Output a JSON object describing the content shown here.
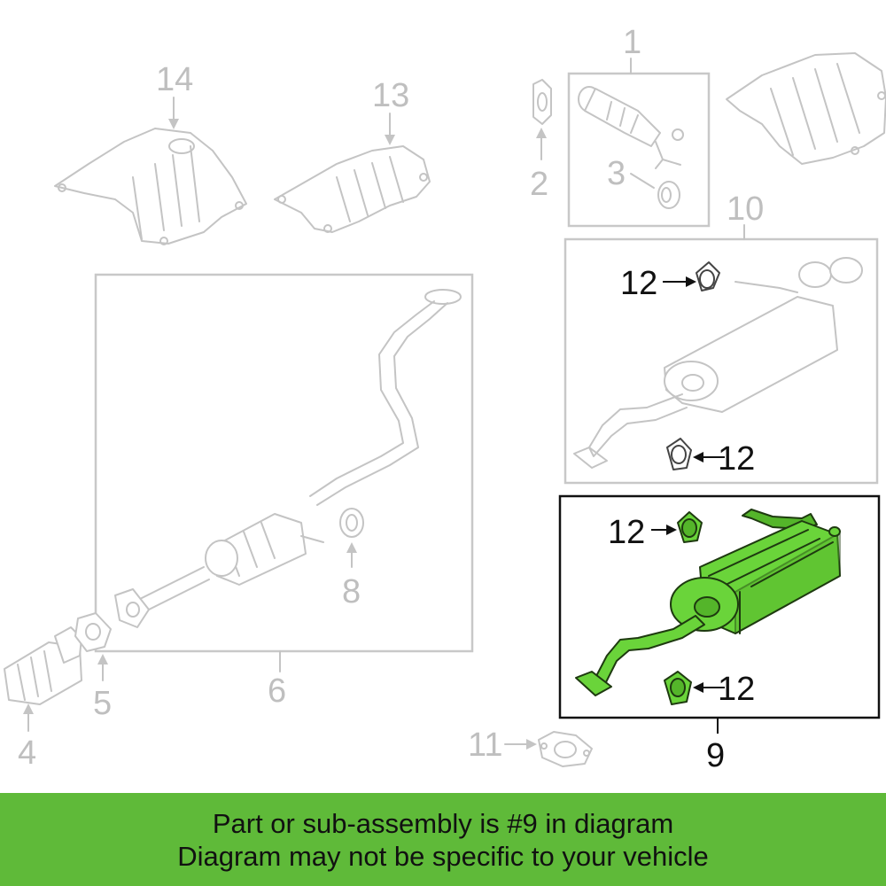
{
  "callouts": {
    "c1": "1",
    "c2": "2",
    "c3": "3",
    "c4": "4",
    "c5": "5",
    "c6": "6",
    "c8": "8",
    "c9": "9",
    "c10": "10",
    "c11": "11",
    "c12a": "12",
    "c12b": "12",
    "c12c": "12",
    "c12d": "12",
    "c13": "13",
    "c14": "14"
  },
  "banner": {
    "line1": "Part or sub-assembly is #9 in diagram",
    "line2": "Diagram may not be specific to your vehicle"
  },
  "colors": {
    "highlight": "#6ad43a",
    "banner": "#5fba39",
    "faded_part": "#c4c4c4"
  }
}
